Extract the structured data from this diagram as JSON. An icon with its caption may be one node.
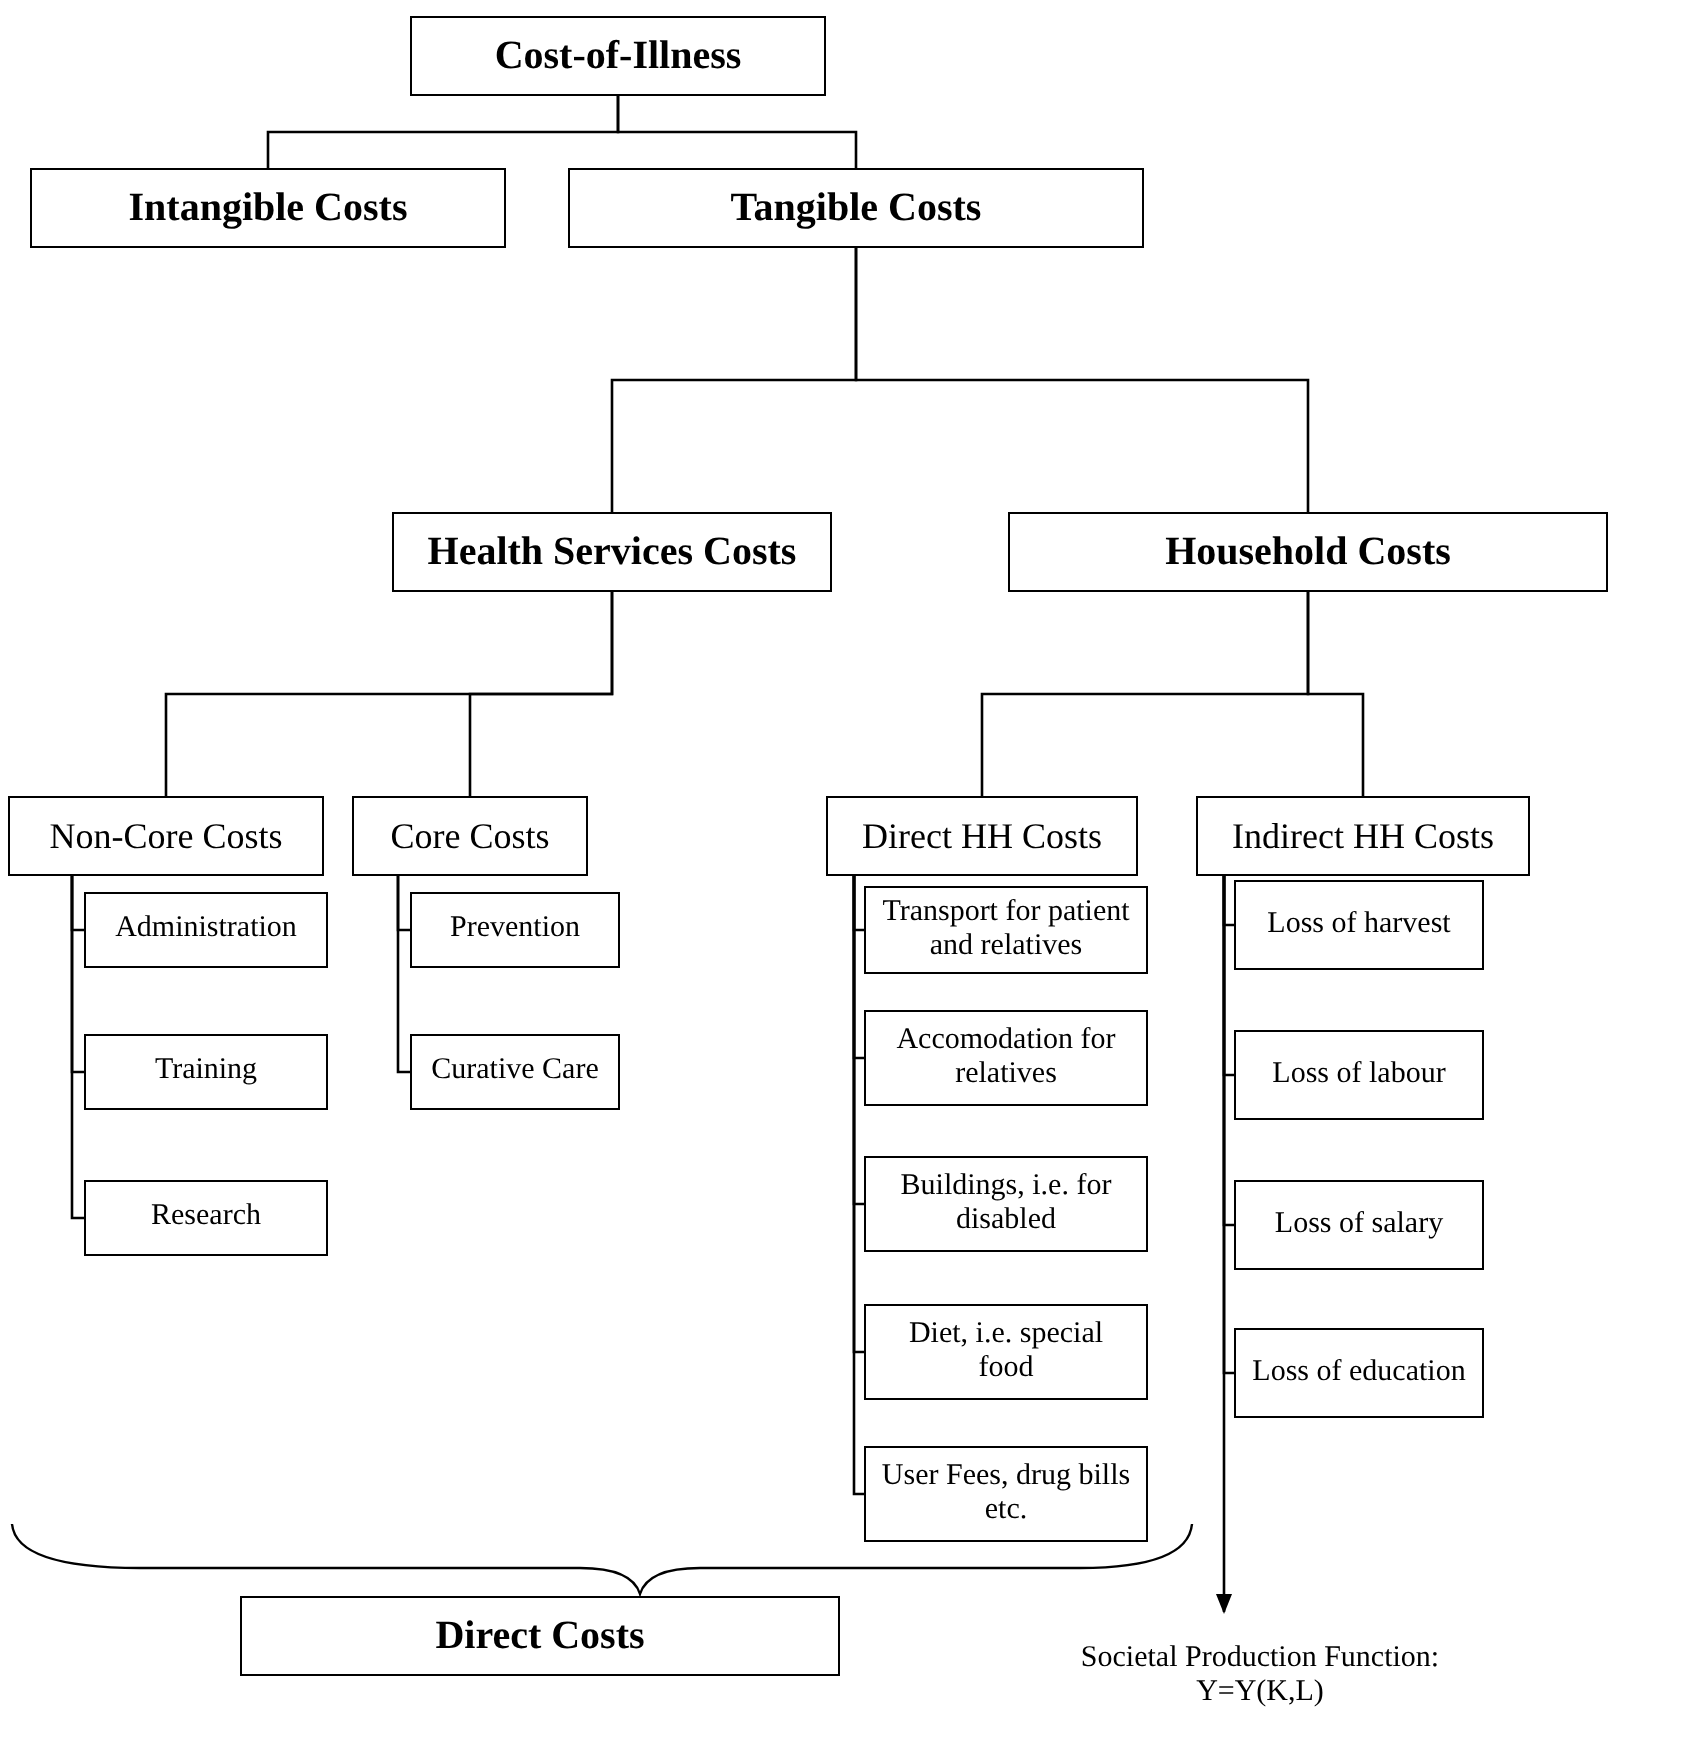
{
  "diagram": {
    "nodes": [
      {
        "text": [
          "Cost-of-Illness"
        ]
      },
      {
        "text": [
          "Intangible Costs"
        ]
      },
      {
        "text": [
          "Tangible Costs"
        ]
      },
      {
        "text": [
          "Health Services Costs"
        ]
      },
      {
        "text": [
          "Household Costs"
        ]
      },
      {
        "text": [
          "Non-Core Costs"
        ]
      },
      {
        "text": [
          "Core Costs"
        ]
      },
      {
        "text": [
          "Direct HH Costs"
        ]
      },
      {
        "text": [
          "Indirect HH Costs"
        ]
      },
      {
        "text": [
          "Administration"
        ]
      },
      {
        "text": [
          "Training"
        ]
      },
      {
        "text": [
          "Research"
        ]
      },
      {
        "text": [
          "Prevention"
        ]
      },
      {
        "text": [
          "Curative Care"
        ]
      },
      {
        "text": [
          "Transport for patient and relatives"
        ]
      },
      {
        "text": [
          "Accomodation for relatives"
        ]
      },
      {
        "text": [
          "Buildings, i.e. for disabled"
        ]
      },
      {
        "text": [
          "Diet, i.e. special food"
        ]
      },
      {
        "text": [
          "User Fees, drug bills etc."
        ]
      },
      {
        "text": [
          "Loss of harvest"
        ]
      },
      {
        "text": [
          "Loss of labour"
        ]
      },
      {
        "text": [
          "Loss of salary"
        ]
      },
      {
        "text": [
          "Loss of education"
        ]
      },
      {
        "text": [
          "Direct Costs"
        ]
      },
      {
        "text": [
          "Societal Production Function:",
          "Y=Y(K,L)"
        ]
      }
    ],
    "edges": [
      {
        "from": 0,
        "to": 1,
        "arrow": "none"
      },
      {
        "from": 0,
        "to": 2,
        "arrow": "none"
      },
      {
        "from": 2,
        "to": 3,
        "arrow": "none"
      },
      {
        "from": 2,
        "to": 4,
        "arrow": "none"
      },
      {
        "from": 3,
        "to": 5,
        "arrow": "none"
      },
      {
        "from": 3,
        "to": 6,
        "arrow": "none"
      },
      {
        "from": 4,
        "to": 7,
        "arrow": "none"
      },
      {
        "from": 4,
        "to": 8,
        "arrow": "none"
      },
      {
        "from": 5,
        "to": 9,
        "arrow": "none"
      },
      {
        "from": 5,
        "to": 10,
        "arrow": "none"
      },
      {
        "from": 5,
        "to": 11,
        "arrow": "none"
      },
      {
        "from": 6,
        "to": 12,
        "arrow": "none"
      },
      {
        "from": 6,
        "to": 13,
        "arrow": "none"
      },
      {
        "from": 7,
        "to": 14,
        "arrow": "none"
      },
      {
        "from": 7,
        "to": 15,
        "arrow": "none"
      },
      {
        "from": 7,
        "to": 16,
        "arrow": "none"
      },
      {
        "from": 7,
        "to": 17,
        "arrow": "none"
      },
      {
        "from": 7,
        "to": 18,
        "arrow": "none"
      },
      {
        "from": 8,
        "to": 19,
        "arrow": "none"
      },
      {
        "from": 8,
        "to": 20,
        "arrow": "none"
      },
      {
        "from": 8,
        "to": 21,
        "arrow": "none"
      },
      {
        "from": 8,
        "to": 22,
        "arrow": "none"
      },
      {
        "from": 8,
        "to": 24,
        "arrow": "to"
      }
    ]
  }
}
